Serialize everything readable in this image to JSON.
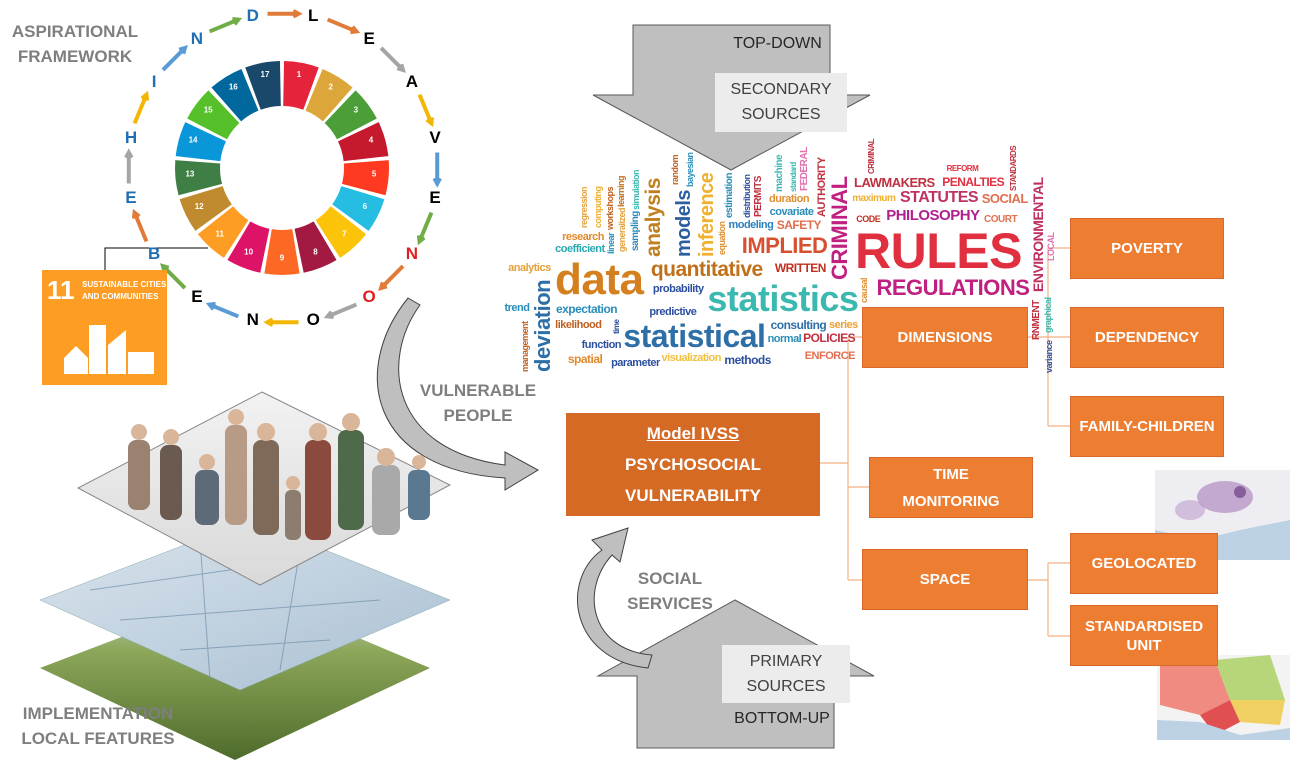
{
  "aspirational_label": [
    "ASPIRATIONAL",
    "FRAMEWORK"
  ],
  "ring_letters": [
    {
      "char": "L",
      "color": "#000000"
    },
    {
      "char": "E",
      "color": "#000000"
    },
    {
      "char": "A",
      "color": "#000000"
    },
    {
      "char": "V",
      "color": "#000000"
    },
    {
      "char": "E",
      "color": "#000000"
    },
    {
      "char": "N",
      "color": "#E02020"
    },
    {
      "char": "O",
      "color": "#E02020"
    },
    {
      "char": "O",
      "color": "#000000"
    },
    {
      "char": "N",
      "color": "#000000"
    },
    {
      "char": "E",
      "color": "#000000"
    },
    {
      "char": "B",
      "color": "#1F6FB2"
    },
    {
      "char": "E",
      "color": "#1F6FB2"
    },
    {
      "char": "H",
      "color": "#1F6FB2"
    },
    {
      "char": "I",
      "color": "#1F6FB2"
    },
    {
      "char": "N",
      "color": "#1F6FB2"
    },
    {
      "char": "D",
      "color": "#1F6FB2"
    }
  ],
  "ring_arrow_colors": [
    "#E07B39",
    "#A5A5A5",
    "#F2B705",
    "#5B9BD5",
    "#70AD47",
    "#E07B39",
    "#A5A5A5",
    "#F2B705",
    "#5B9BD5",
    "#70AD47",
    "#E07B39",
    "#A5A5A5",
    "#F2B705",
    "#5B9BD5",
    "#70AD47",
    "#E07B39"
  ],
  "sdg_goals": [
    {
      "n": "1",
      "color": "#E5243B"
    },
    {
      "n": "2",
      "color": "#DDA63A"
    },
    {
      "n": "3",
      "color": "#4C9F38"
    },
    {
      "n": "4",
      "color": "#C5192D"
    },
    {
      "n": "5",
      "color": "#FF3A21"
    },
    {
      "n": "6",
      "color": "#26BDE2"
    },
    {
      "n": "7",
      "color": "#FCC30B"
    },
    {
      "n": "8",
      "color": "#A21942"
    },
    {
      "n": "9",
      "color": "#FD6925"
    },
    {
      "n": "10",
      "color": "#DD1367"
    },
    {
      "n": "11",
      "color": "#FD9D24"
    },
    {
      "n": "12",
      "color": "#BF8B2E"
    },
    {
      "n": "13",
      "color": "#3F7E44"
    },
    {
      "n": "14",
      "color": "#0A97D9"
    },
    {
      "n": "15",
      "color": "#56C02B"
    },
    {
      "n": "16",
      "color": "#00689D"
    },
    {
      "n": "17",
      "color": "#19486A"
    }
  ],
  "sdg11_tile": {
    "number": "11",
    "title": [
      "SUSTAINABLE CITIES",
      "AND COMMUNITIES"
    ],
    "color": "#FD9D24"
  },
  "top_arrow": {
    "label": "TOP-DOWN",
    "source": [
      "SECONDARY",
      "SOURCES"
    ]
  },
  "bottom_arrow": {
    "label": "BOTTOM-UP",
    "source": [
      "PRIMARY",
      "SOURCES"
    ]
  },
  "vulnerable_people": [
    "VULNERABLE",
    "PEOPLE"
  ],
  "social_services": [
    "SOCIAL",
    "SERVICES"
  ],
  "implementation": [
    "IMPLEMENTATION",
    "LOCAL FEATURES"
  ],
  "model": {
    "lines": [
      "Model IVSS",
      "PSYCHOSOCIAL",
      "VULNERABILITY"
    ]
  },
  "branches": {
    "dimensions": "DIMENSIONS",
    "time": [
      "TIME",
      "MONITORING"
    ],
    "space": "SPACE",
    "poverty": "POVERTY",
    "dependency": "DEPENDENCY",
    "family": "FAMILY-CHILDREN",
    "geolocated": "GEOLOCATED",
    "standardised": [
      "STANDARDISED",
      "UNIT"
    ]
  },
  "word_cloud": [
    {
      "t": "research",
      "c": "#E08A2C"
    },
    {
      "t": "coefficient",
      "c": "#2BA8B0"
    },
    {
      "t": "data",
      "c": "#D4801F"
    },
    {
      "t": "analytics",
      "c": "#E5A23B"
    },
    {
      "t": "expectation",
      "c": "#2A8DB8"
    },
    {
      "t": "likelihood",
      "c": "#C06020"
    },
    {
      "t": "trend",
      "c": "#2A8DB8"
    },
    {
      "t": "quantitative",
      "c": "#C0701A"
    },
    {
      "t": "statistical",
      "c": "#2D6FA6"
    },
    {
      "t": "deviation",
      "c": "#2D6FA6"
    },
    {
      "t": "analysis",
      "c": "#C0801F"
    },
    {
      "t": "models",
      "c": "#2D5FA0"
    },
    {
      "t": "inference",
      "c": "#F0B030"
    },
    {
      "t": "probability",
      "c": "#2D4FA0"
    },
    {
      "t": "modeling",
      "c": "#2A80C0"
    },
    {
      "t": "statistics",
      "c": "#3BB8B0"
    },
    {
      "t": "maximum",
      "c": "#F0B030"
    },
    {
      "t": "consulting",
      "c": "#2D6FA6"
    },
    {
      "t": "covariate",
      "c": "#2A8DB8"
    },
    {
      "t": "duration",
      "c": "#E09030"
    },
    {
      "t": "series",
      "c": "#F0A030"
    },
    {
      "t": "spatial",
      "c": "#E08A2C"
    },
    {
      "t": "visualization",
      "c": "#F0C040"
    },
    {
      "t": "methods",
      "c": "#2D4FA0"
    },
    {
      "t": "predictive",
      "c": "#2D4FA0"
    },
    {
      "t": "normal",
      "c": "#2A8DB8"
    },
    {
      "t": "parameter",
      "c": "#2D4FA0"
    },
    {
      "t": "function",
      "c": "#2D4FA0"
    },
    {
      "t": "regression",
      "c": "#E5A23B"
    },
    {
      "t": "learning",
      "c": "#C0701A"
    },
    {
      "t": "computing",
      "c": "#F0B030"
    },
    {
      "t": "generalized",
      "c": "#E5A23B"
    },
    {
      "t": "linear",
      "c": "#2A8DB8"
    },
    {
      "t": "bayesian",
      "c": "#2A8DB8"
    },
    {
      "t": "sampling",
      "c": "#2A8DB8"
    },
    {
      "t": "machine",
      "c": "#3BB8B0"
    },
    {
      "t": "estimation",
      "c": "#2A8DB8"
    },
    {
      "t": "random",
      "c": "#C06020"
    },
    {
      "t": "simulation",
      "c": "#3BB8B0"
    },
    {
      "t": "workshops",
      "c": "#C06020"
    },
    {
      "t": "causal",
      "c": "#E09030"
    },
    {
      "t": "equation",
      "c": "#E09030"
    },
    {
      "t": "variance",
      "c": "#2D4FA0"
    },
    {
      "t": "distribution",
      "c": "#2D4FA0"
    },
    {
      "t": "graphical",
      "c": "#3BB8B0"
    },
    {
      "t": "management",
      "c": "#C06020"
    },
    {
      "t": "time",
      "c": "#2D4FA0"
    },
    {
      "t": "standard",
      "c": "#3BB8B0"
    },
    {
      "t": "IMPLIED",
      "c": "#D85030"
    },
    {
      "t": "WRITTEN",
      "c": "#C03020"
    },
    {
      "t": "CODE",
      "c": "#C03020"
    },
    {
      "t": "SAFETY",
      "c": "#E07050"
    },
    {
      "t": "LAWMAKERS",
      "c": "#C03040"
    },
    {
      "t": "FEDERAL",
      "c": "#E070B0"
    },
    {
      "t": "CRIMINAL",
      "c": "#C02080"
    },
    {
      "t": "RULES",
      "c": "#E03040"
    },
    {
      "t": "CRIMINAL",
      "c": "#C03040"
    },
    {
      "t": "AUTHORITY",
      "c": "#C03040"
    },
    {
      "t": "PENALTIES",
      "c": "#E03040"
    },
    {
      "t": "PHILOSOPHY",
      "c": "#B02090"
    },
    {
      "t": "STANDARDS",
      "c": "#C03040"
    },
    {
      "t": "SOCIAL",
      "c": "#E07050"
    },
    {
      "t": "REFORM",
      "c": "#E03040"
    },
    {
      "t": "ENVIRONMENTAL",
      "c": "#C03060"
    },
    {
      "t": "LOCAL",
      "c": "#E070B0"
    },
    {
      "t": "REGULATIONS",
      "c": "#C02080"
    },
    {
      "t": "COURT",
      "c": "#E07050"
    },
    {
      "t": "STATUTES",
      "c": "#C03060"
    },
    {
      "t": "PERMITS",
      "c": "#C03040"
    },
    {
      "t": "RNMENT",
      "c": "#C03040"
    },
    {
      "t": "POLICIES",
      "c": "#C03040"
    },
    {
      "t": "ENFORCE",
      "c": "#E07050"
    }
  ],
  "colors": {
    "box": "#ED7D31",
    "main_box": "#D46A24",
    "connector": "#F4B183",
    "arrow_gray": "#BFBFBF"
  }
}
